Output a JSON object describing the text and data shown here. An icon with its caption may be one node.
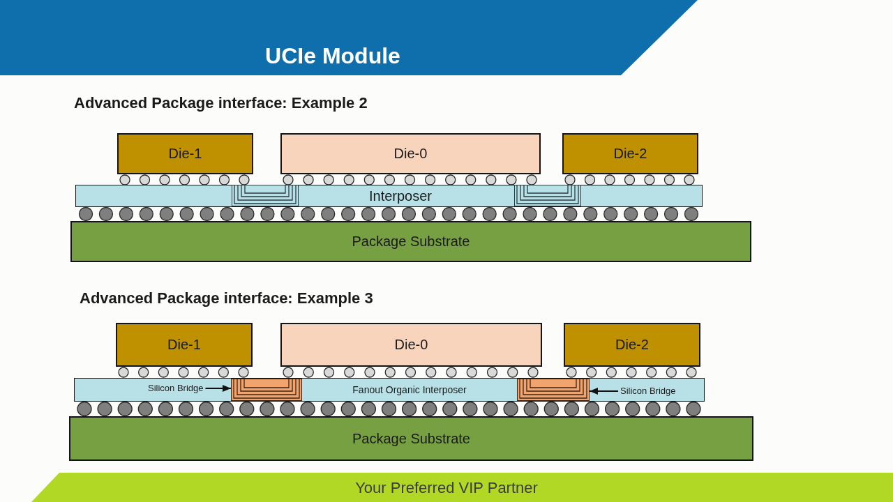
{
  "diagram": {
    "title": "UCIe Module",
    "nodes": [
      {
        "text": [
          "Die-1"
        ]
      },
      {
        "text": [
          "Die-0"
        ]
      },
      {
        "text": [
          "Die-2"
        ]
      },
      {
        "text": [
          "Interposer"
        ]
      },
      {
        "text": [
          "Package Substrate"
        ]
      },
      {
        "text": [
          "Die-1"
        ]
      },
      {
        "text": [
          "Die-0"
        ]
      },
      {
        "text": [
          "Die-2"
        ]
      },
      {
        "text": [
          "Fanout Organic Interposer"
        ]
      },
      {
        "text": [
          "Silicon Bridge"
        ],
        "in": 8
      },
      {
        "text": [],
        "shape": "box",
        "in": 8
      },
      {
        "text": [],
        "shape": "box",
        "in": 8
      },
      {
        "text": [
          "Silicon Bridge"
        ],
        "in": 8
      },
      {
        "text": [
          "Package Substrate"
        ]
      }
    ],
    "edges": [
      {
        "from": 9,
        "to": 10,
        "arrow": "to"
      },
      {
        "from": 12,
        "to": 11,
        "arrow": "to"
      }
    ],
    "labels": [
      "Advanced Package interface: Example 2",
      "Advanced Package interface: Example 3",
      "Your Preferred VIP Partner"
    ]
  }
}
